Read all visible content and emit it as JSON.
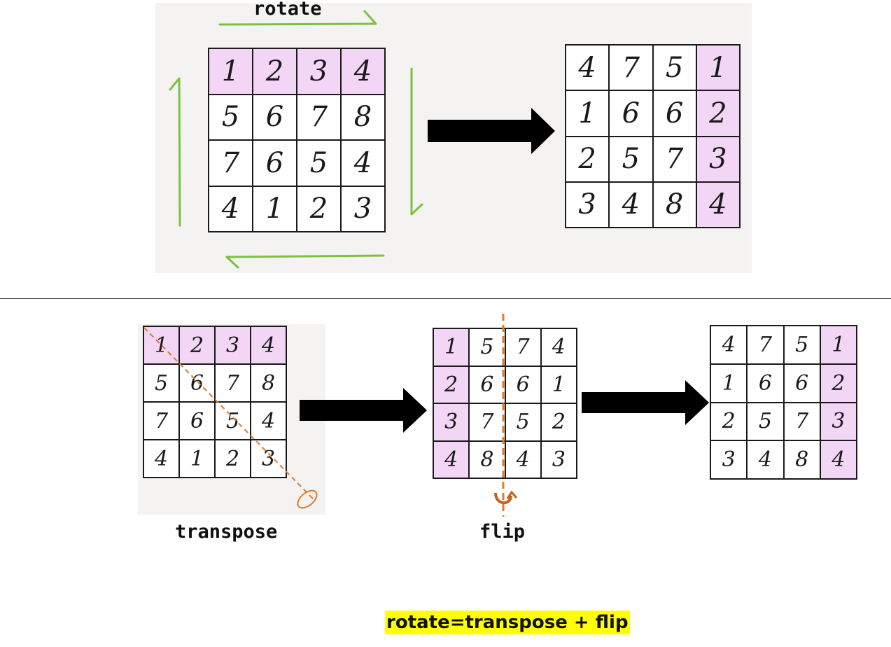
{
  "top": {
    "title": "rotate",
    "original_grid": [
      [
        1,
        2,
        3,
        4
      ],
      [
        5,
        6,
        7,
        8
      ],
      [
        7,
        6,
        5,
        4
      ],
      [
        4,
        1,
        2,
        3
      ]
    ],
    "rotated_grid": [
      [
        4,
        7,
        5,
        1
      ],
      [
        1,
        6,
        6,
        2
      ],
      [
        2,
        5,
        7,
        3
      ],
      [
        3,
        4,
        8,
        4
      ]
    ]
  },
  "bottom": {
    "transpose_label": "transpose",
    "flip_label": "flip",
    "original_grid": [
      [
        1,
        2,
        3,
        4
      ],
      [
        5,
        6,
        7,
        8
      ],
      [
        7,
        6,
        5,
        4
      ],
      [
        4,
        1,
        2,
        3
      ]
    ],
    "transposed_grid": [
      [
        1,
        5,
        7,
        4
      ],
      [
        2,
        6,
        6,
        1
      ],
      [
        3,
        7,
        5,
        2
      ],
      [
        4,
        8,
        4,
        3
      ]
    ],
    "result_grid": [
      [
        4,
        7,
        5,
        1
      ],
      [
        1,
        6,
        6,
        2
      ],
      [
        2,
        5,
        7,
        3
      ],
      [
        3,
        4,
        8,
        4
      ]
    ]
  },
  "formula": "rotate=transpose + flip",
  "colors": {
    "highlight": "#f3d6f5",
    "rotate_arrows": "#7cc241",
    "axis_line": "#e07a2a",
    "formula_bg": "#ffff00"
  }
}
